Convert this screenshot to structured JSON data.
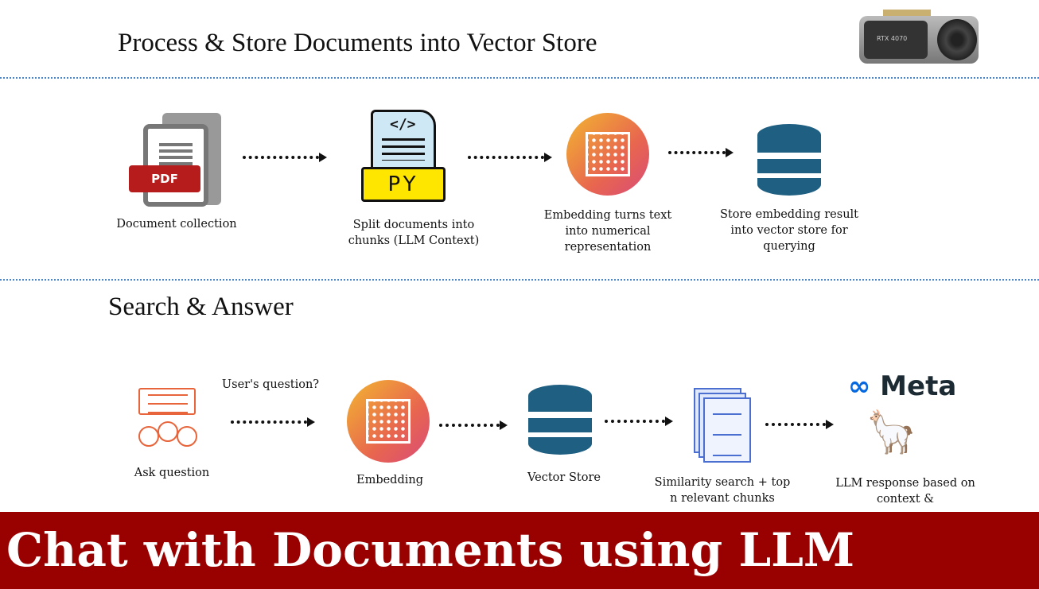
{
  "titles": {
    "top": "Process & Store Documents into Vector Store",
    "bottom": "Search & Answer"
  },
  "gpu": {
    "label": "RTX 4070"
  },
  "pipeline1": [
    {
      "icon": "pdf-icon",
      "badge": "PDF",
      "label": "Document collection"
    },
    {
      "icon": "python-file-icon",
      "badge": "PY",
      "code": "</>",
      "label": "Split documents into chunks (LLM Context)"
    },
    {
      "icon": "embedding-chip-icon",
      "label": "Embedding turns text into numerical representation"
    },
    {
      "icon": "database-icon",
      "label": "Store embedding result into vector store for querying"
    }
  ],
  "pipeline2": [
    {
      "icon": "ask-question-icon",
      "label": "Ask question"
    },
    {
      "arrow_label": "User's question?"
    },
    {
      "icon": "embedding-chip-icon",
      "label": "Embedding"
    },
    {
      "icon": "database-icon",
      "label": "Vector Store"
    },
    {
      "icon": "documents-icon",
      "label": "Similarity search + top n relevant chunks"
    },
    {
      "icon": "meta-llama-icon",
      "logo": "Meta",
      "label": "LLM response based on context &"
    }
  ],
  "banner": "Chat with Documents using LLM",
  "colors": {
    "banner": "#990000",
    "db": "#1f5f82",
    "pdf": "#b71c1c",
    "py": "#ffe600",
    "accent_orange": "#e8643a"
  }
}
